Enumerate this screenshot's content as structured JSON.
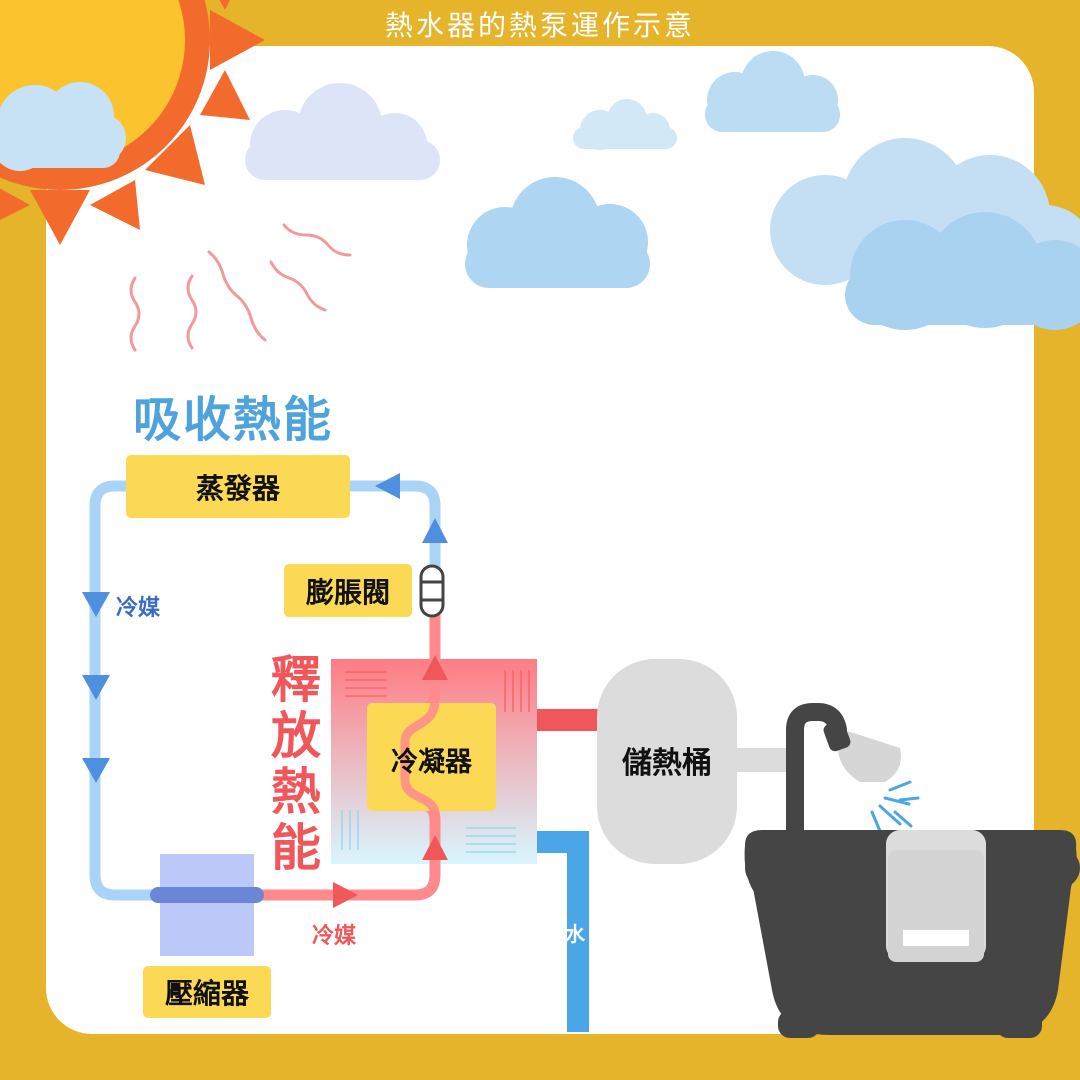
{
  "title": "熱水器的熱泵運作示意",
  "labels": {
    "absorb": "吸收熱能",
    "evaporator": "蒸發器",
    "expansion_valve": "膨脹閥",
    "release_chars": [
      "釋",
      "放",
      "熱",
      "能"
    ],
    "condenser": "冷凝器",
    "refrigerant_left": "冷媒",
    "refrigerant_bottom": "冷媒",
    "compressor": "壓縮器",
    "tank": "儲熱桶",
    "water": "水"
  },
  "colors": {
    "background": "#e5b42a",
    "panel": "#ffffff",
    "label_fill": "#fcd955",
    "cold_pipe": "#a9d4f7",
    "cold_arrow": "#4f8fe0",
    "hot_pipe": "#ff8a8e",
    "hot_arrow": "#f0575a",
    "absorb_text": "#4fa3dc",
    "release_text": "#f0575a",
    "water_pipe": "#4aa6e6",
    "tank": "#dcdcdc",
    "bathtub": "#454545",
    "compressor_box": "#bcc8f8",
    "compressor_band": "#6b86d6"
  },
  "icons": [
    "sun-icon",
    "cloud-icon",
    "heat-wave-icon",
    "shower-head-icon",
    "bathtub-icon",
    "towel-icon",
    "expansion-valve-icon"
  ]
}
